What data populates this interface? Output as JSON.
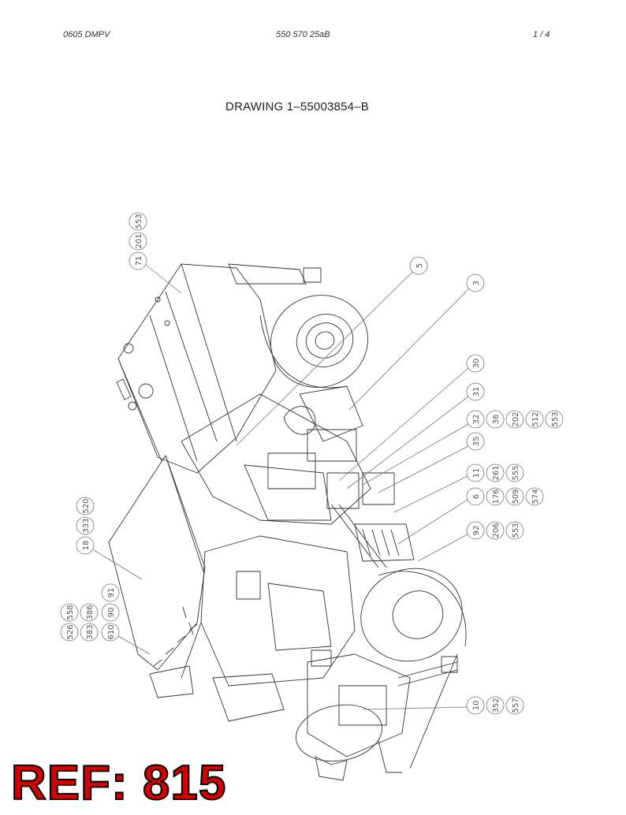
{
  "header": {
    "left": "0605 DMPV",
    "center": "550 570 25aB",
    "right": "1 /   4"
  },
  "title": "DRAWING 1–55003854–B",
  "callouts": [
    {
      "id": "c-71-201-553",
      "labels": [
        "71",
        "201",
        "553"
      ]
    },
    {
      "id": "c-5",
      "labels": [
        "5"
      ]
    },
    {
      "id": "c-3",
      "labels": [
        "3"
      ]
    },
    {
      "id": "c-30",
      "labels": [
        "30"
      ]
    },
    {
      "id": "c-31",
      "labels": [
        "31"
      ]
    },
    {
      "id": "c-32-36-202-512-553",
      "labels": [
        "32",
        "36",
        "202",
        "512",
        "553"
      ]
    },
    {
      "id": "c-35",
      "labels": [
        "35"
      ]
    },
    {
      "id": "c-11-261-555",
      "labels": [
        "11",
        "261",
        "555"
      ]
    },
    {
      "id": "c-6-176-509-574",
      "labels": [
        "6",
        "176",
        "509",
        "574"
      ]
    },
    {
      "id": "c-92-206-553",
      "labels": [
        "92",
        "206",
        "553"
      ]
    },
    {
      "id": "c-18-333-520",
      "labels": [
        "18",
        "333",
        "520"
      ]
    },
    {
      "id": "c-91-90-610",
      "labels": [
        "91",
        "90",
        "610"
      ]
    },
    {
      "id": "c-558-386-383",
      "labels": [
        "558",
        "386",
        "383"
      ]
    },
    {
      "id": "c-526",
      "labels": [
        "526"
      ]
    },
    {
      "id": "c-10-352-557",
      "labels": [
        "10",
        "352",
        "557"
      ]
    }
  ],
  "stamp": "REF: 815"
}
